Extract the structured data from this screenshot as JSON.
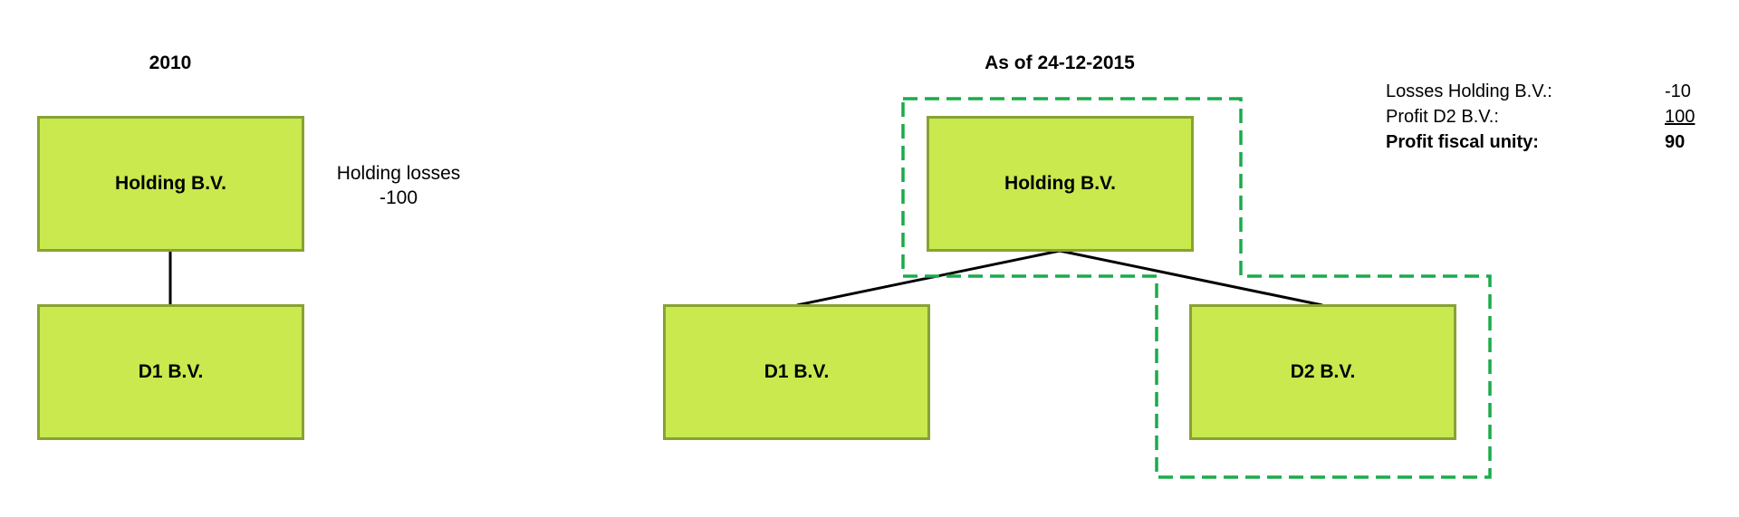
{
  "left": {
    "year": "2010",
    "holding": "Holding B.V.",
    "d1": "D1 B.V.",
    "note_line1": "Holding losses",
    "note_line2": "-100"
  },
  "right": {
    "date": "As of 24-12-2015",
    "holding": "Holding B.V.",
    "d1": "D1 B.V.",
    "d2": "D2 B.V."
  },
  "summary": {
    "rows": [
      {
        "label": "Losses Holding B.V.:",
        "value": "-10"
      },
      {
        "label": "Profit D2 B.V.:",
        "value": "100"
      },
      {
        "label": "Profit fiscal unity:",
        "value": "90"
      }
    ]
  },
  "colors": {
    "box_fill": "#c9e94f",
    "box_border": "#87a234",
    "fiscal_unity_outline": "#1aab4a"
  }
}
